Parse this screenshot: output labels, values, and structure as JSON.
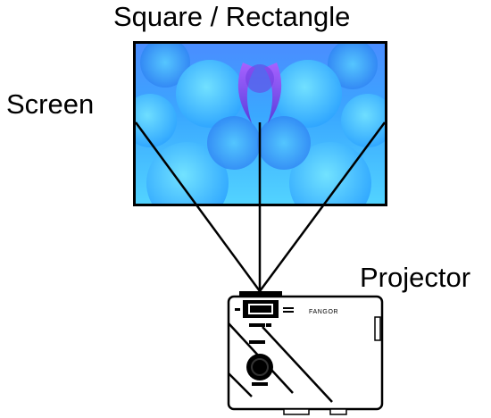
{
  "diagram": {
    "title": "Square / Rectangle",
    "screen_label": "Screen",
    "projector_label": "Projector",
    "brand_text": "FANGOR"
  },
  "colors": {
    "frame": "#000000",
    "screen_base": "#3aa8ff",
    "screen_light": "#62d7ff",
    "screen_purple": "#7a34e8",
    "projector_body": "#ffffff",
    "lines": "#000000"
  },
  "icons": {
    "projector": "projector-icon",
    "lens": "lens-icon"
  }
}
